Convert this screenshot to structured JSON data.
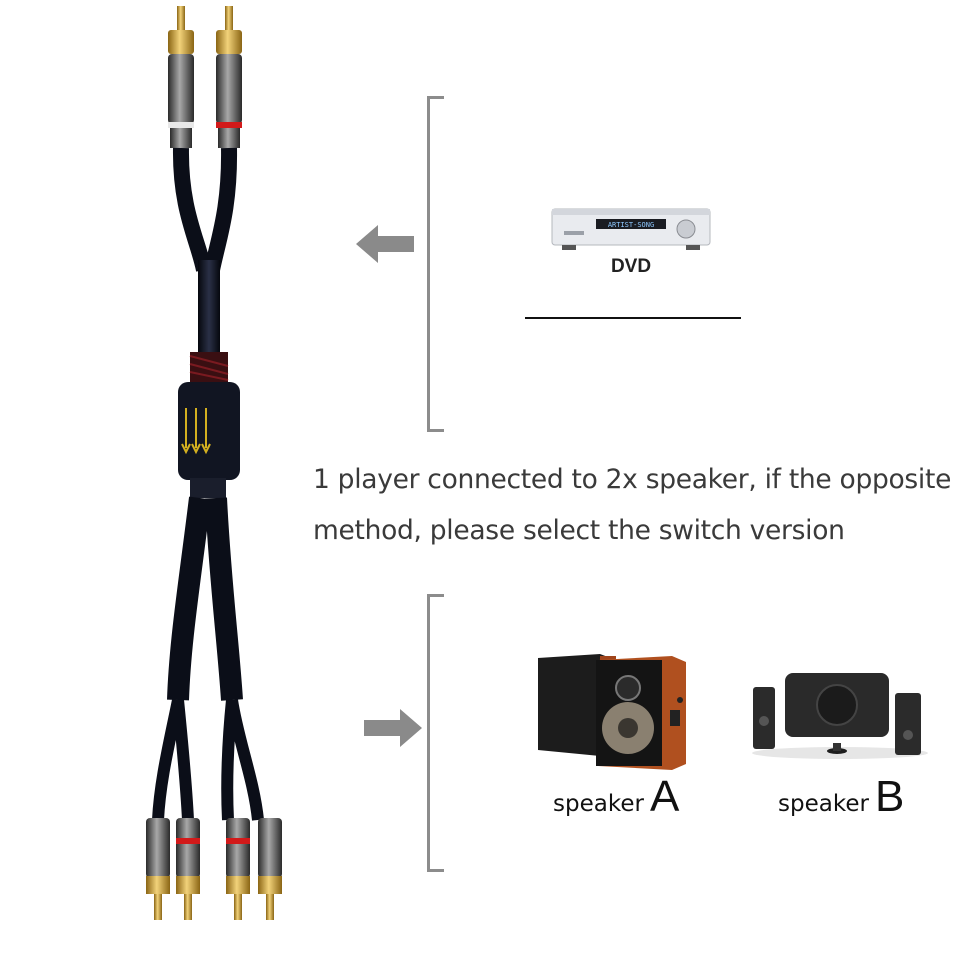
{
  "dvd": {
    "label": "DVD",
    "display_text": "ARTIST-SONG"
  },
  "description": "1 player connected to 2x speaker, if the opposite method, please select the switch version",
  "speakers": [
    {
      "word": "speaker",
      "letter": "A"
    },
    {
      "word": "speaker",
      "letter": "B"
    }
  ],
  "icons": {
    "arrow_in": "arrow-left-icon",
    "arrow_out": "arrow-right-icon"
  },
  "colors": {
    "cable": "#111522",
    "gold": "#d4a93a",
    "red_ring": "#d21a1a",
    "wood": "#b0501f",
    "arrow": "#8a8a8a",
    "bracket": "#8c8c8c"
  }
}
